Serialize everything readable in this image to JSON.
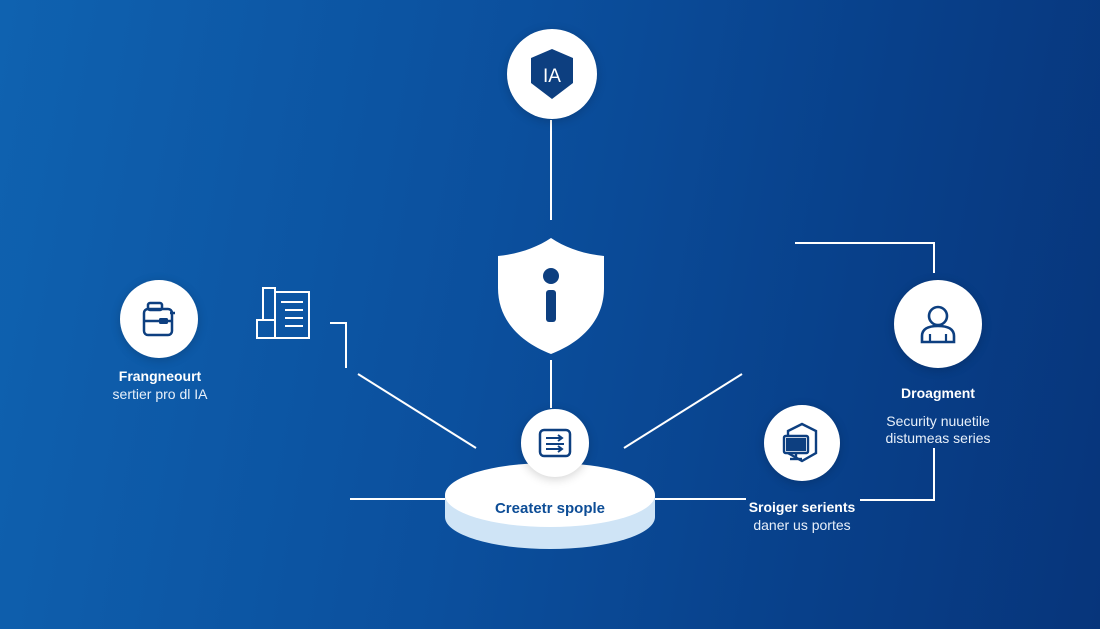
{
  "colors": {
    "background_start": "#0f62b0",
    "background_end": "#07357b",
    "line": "#ffffff",
    "node_fill": "#ffffff",
    "icon_stroke": "#0d3f80",
    "platform_label": "#0d4d96"
  },
  "top_node": {
    "icon": "ia-shield-badge-icon",
    "label": "IA"
  },
  "center_shield": {
    "icon": "security-shield-info-icon"
  },
  "platform": {
    "label": "Createtr spople",
    "icon": "document-transfer-icon"
  },
  "left_node": {
    "icon": "toolkit-icon",
    "document_icon": "document-list-icon",
    "title": "Frangneourt",
    "subtitle": "sertier pro dl IA"
  },
  "right_top_node": {
    "icon": "user-icon",
    "title": "Droagment",
    "subtitle_line1": "Security nuuetile",
    "subtitle_line2": "distumeas series"
  },
  "right_bottom_node": {
    "icon": "monitor-cube-icon",
    "title": "Sroiger serients",
    "subtitle": "daner us portes"
  }
}
